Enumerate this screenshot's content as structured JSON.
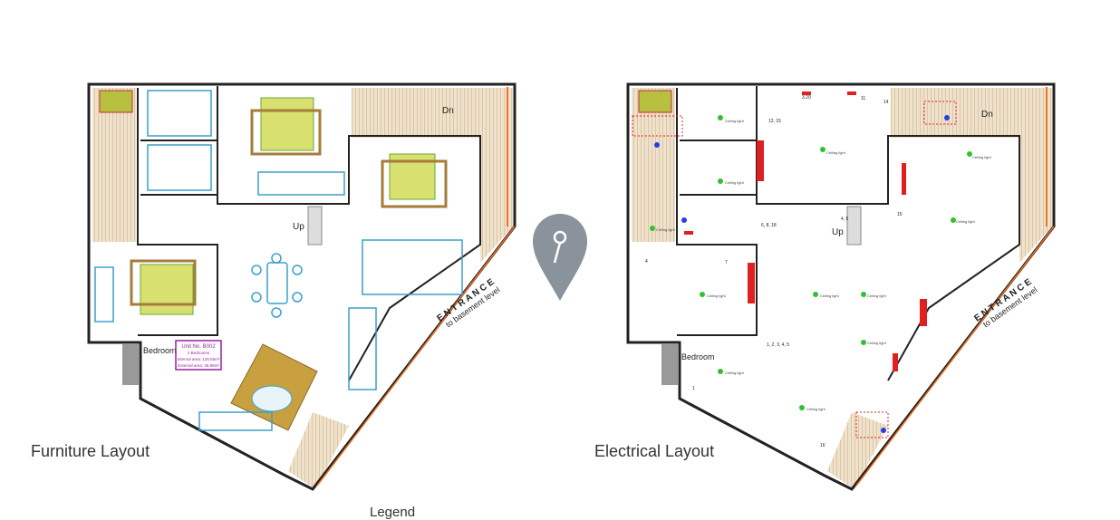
{
  "furniture": {
    "title": "Furniture Layout",
    "dn": "Dn",
    "up": "Up",
    "bedroom": "Bedroom",
    "entrance": "E N T R A N C E",
    "entrance_sub": "to basement level",
    "unit": {
      "number_label": "Unit No. B002",
      "bedrooms": "2 Bedrooms",
      "internal": "Internal area: 126.55m²",
      "external": "External area: 35.86m²"
    }
  },
  "electrical": {
    "title": "Electrical Layout",
    "dn": "Dn",
    "up": "Up",
    "bedroom": "Bedroom",
    "entrance": "E N T R A N C E",
    "entrance_sub": "to basement level",
    "ceiling_light": "Ceiling light",
    "circuit_labels": [
      "12, 15",
      "11",
      "14",
      "3.20",
      "6, 8, 18",
      "4, 5",
      "15",
      "1, 2, 3, 4, 5",
      "7",
      "4",
      "1",
      "16"
    ]
  },
  "legend": "Legend",
  "colors": {
    "wall": "#222222",
    "fixture": "#3aa0c8",
    "bed": "#d8e070",
    "floor": "#c8a870",
    "electric": "#e02020",
    "light": "#30c030",
    "pin": "#8a939b",
    "unit_box": "#9b1fa0"
  }
}
